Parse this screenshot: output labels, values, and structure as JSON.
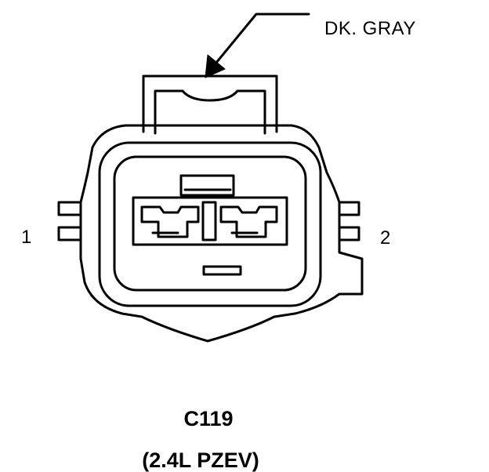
{
  "connector": {
    "wire_color": "DK. GRAY",
    "pin_left": "1",
    "pin_right": "2",
    "id": "C119",
    "note": "(2.4L PZEV)"
  }
}
